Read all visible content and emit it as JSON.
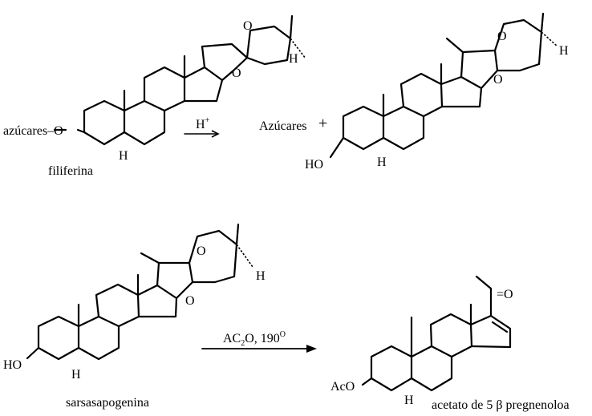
{
  "reaction1": {
    "reactant_substituent": "azúcares–O",
    "reactant_name": "filiferina",
    "reagent": "H",
    "reagent_sup": "+",
    "product_sugar": "Azúcares",
    "plus_sign": "+",
    "product_oh": "HO"
  },
  "reaction2": {
    "reactant_oh": "HO",
    "reactant_name": "sarsasapogenina",
    "reagent_main": "AC",
    "reagent_sub": "2",
    "reagent_rest": "O, 190",
    "reagent_sup": "O",
    "product_aco": "AcO",
    "product_carbonyl": "=O",
    "product_name": "acetato de 5 β pregnenoloa"
  },
  "atoms": {
    "oxygen": "O",
    "hydrogen": "H"
  }
}
